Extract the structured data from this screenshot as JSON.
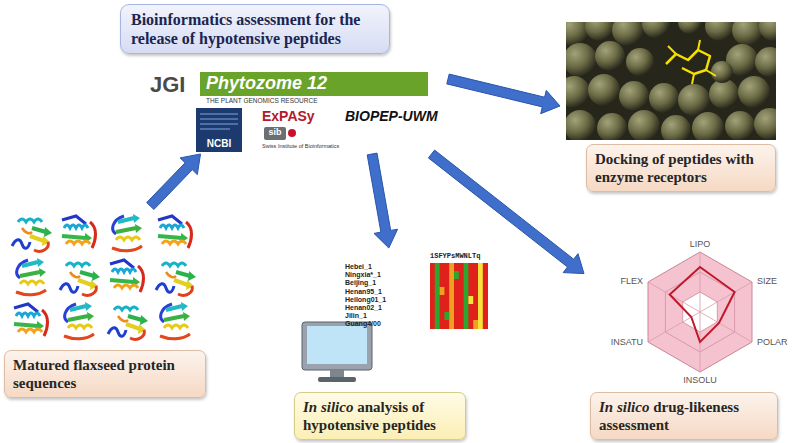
{
  "diagram": {
    "nodes": [
      {
        "text": [
          "Bioinformatics assessment for the release of hypotensive peptides"
        ]
      },
      {
        "text": [
          "Matured flaxseed protein sequences"
        ]
      },
      {
        "text": [
          "Docking of peptides with enzyme receptors"
        ]
      },
      {
        "text": [
          "In silico analysis of hypotensive peptides"
        ]
      },
      {
        "text": [
          "In silico drug-likeness assessment"
        ]
      }
    ],
    "edges": [
      {
        "from": 1,
        "to": 0,
        "arrow": "to"
      },
      {
        "from": 0,
        "to": 2,
        "arrow": "to"
      },
      {
        "from": 0,
        "to": 3,
        "arrow": "to"
      },
      {
        "from": 0,
        "to": 4,
        "arrow": "to"
      }
    ],
    "labels": [
      "JGI",
      "Phytozome 12",
      "THE PLANT GENOMICS RESOURCE",
      "NCBI",
      "ExPASy",
      "sib",
      "Swiss Institute of Bioinformatics",
      "BIOPEP-UWM",
      "1SFYPsMWNLTq",
      "Hebei_1",
      "Ningxia*_1",
      "Beijing_1",
      "Henan95_1",
      "Heilong01_1",
      "Henan02_1",
      "Jilin_1",
      "Guang4/00",
      "LIPO",
      "SIZE",
      "POLAR",
      "INSOLU",
      "INSATU",
      "FLEX"
    ]
  }
}
